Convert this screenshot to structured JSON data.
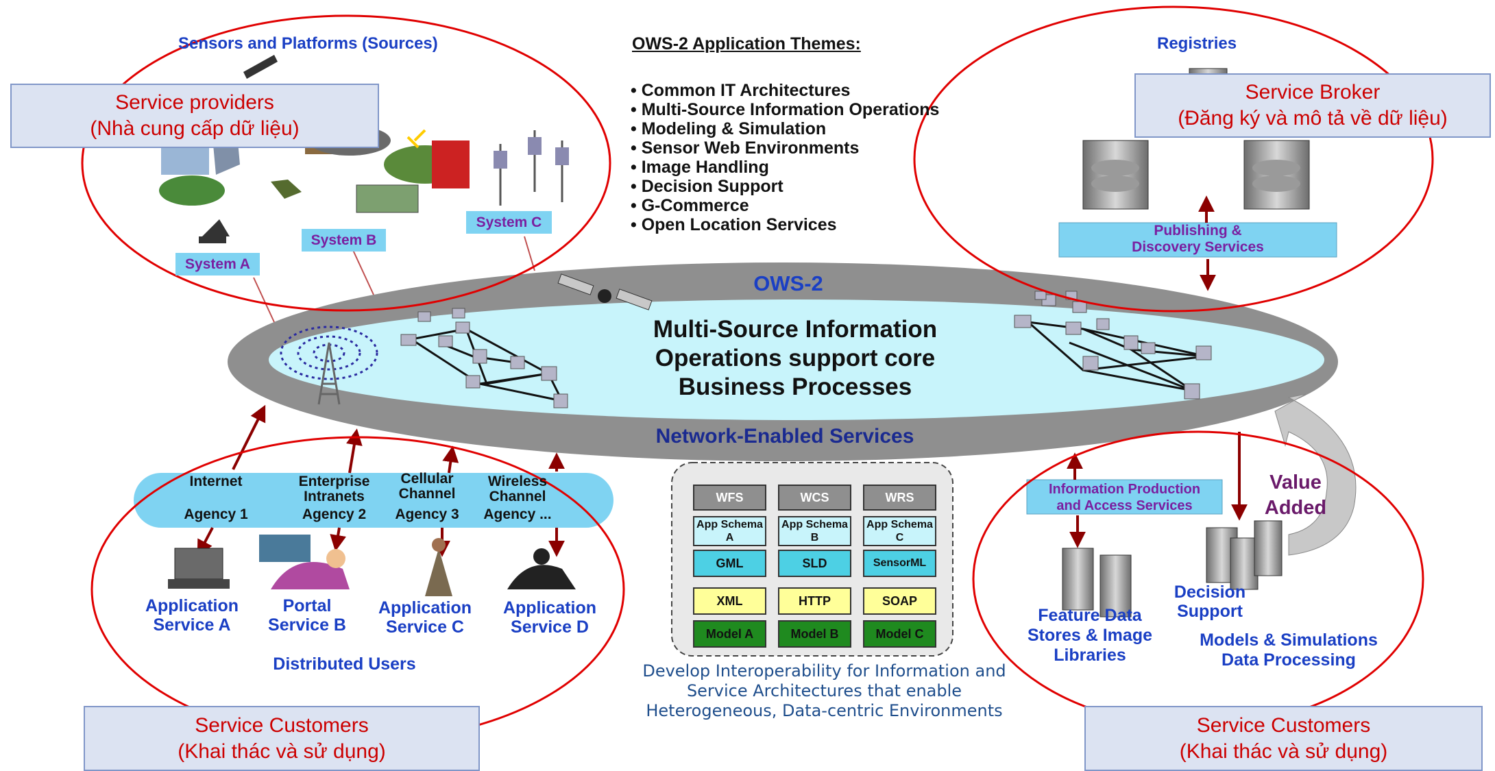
{
  "quadrants": {
    "sources_title": "Sensors and Platforms (Sources)",
    "registries_title": "Registries",
    "systems": [
      "System A",
      "System B",
      "System C"
    ],
    "publishing": [
      "Publishing &",
      "Discovery Services"
    ]
  },
  "themes": {
    "title": "OWS-2 Application Themes:",
    "items": [
      "Common IT Architectures",
      "Multi-Source Information Operations",
      "Modeling & Simulation",
      "Sensor Web Environments",
      "Image Handling",
      "Decision Support",
      "G-Commerce",
      "Open Location Services"
    ]
  },
  "core": {
    "title": "OWS-2",
    "lines": [
      "Multi-Source Information",
      "Operations support core",
      "Business Processes"
    ],
    "subtitle": "Network-Enabled Services"
  },
  "channels": [
    {
      "name": [
        "Internet"
      ],
      "agency": "Agency 1"
    },
    {
      "name": [
        "Enterprise",
        "Intranets"
      ],
      "agency": "Agency 2"
    },
    {
      "name": [
        "Cellular",
        "Channel"
      ],
      "agency": "Agency 3"
    },
    {
      "name": [
        "Wireless",
        "Channel"
      ],
      "agency": "Agency ..."
    }
  ],
  "apps": [
    [
      "Application",
      "Service A"
    ],
    [
      "Portal",
      "Service B"
    ],
    [
      "Application",
      "Service C"
    ],
    [
      "Application",
      "Service D"
    ]
  ],
  "distributed_users": "Distributed Users",
  "stack": {
    "rows": [
      [
        "WFS",
        "WCS",
        "WRS"
      ],
      [
        "App Schema A",
        "App Schema B",
        "App Schema C"
      ],
      [
        "GML",
        "SLD",
        "SensorML"
      ],
      [
        "XML",
        "HTTP",
        "SOAP"
      ],
      [
        "Model A",
        "Model B",
        "Model C"
      ]
    ],
    "caption": [
      "Develop Interoperability for Information and",
      "Service Architectures that enable",
      "Heterogeneous, Data-centric Environments"
    ]
  },
  "right_bottom": {
    "info_services": [
      "Information Production",
      "and Access Services"
    ],
    "value_added": [
      "Value",
      "Added"
    ],
    "feature_stores": [
      "Feature Data",
      "Stores & Image",
      "Libraries"
    ],
    "decision": [
      "Decision",
      "Support"
    ],
    "models": [
      "Models & Simulations",
      "Data Processing"
    ]
  },
  "overlays": {
    "providers": [
      "Service providers",
      "(Nhà cung cấp dữ liệu)"
    ],
    "broker": [
      "Service Broker",
      "(Đăng ký và mô tả về dữ liệu)"
    ],
    "customers_left": [
      "Service Customers",
      "(Khai thác và sử dụng)"
    ],
    "customers_right": [
      "Service Customers",
      "(Khai thác và sử dụng)"
    ]
  },
  "colors": {
    "title_blue": "#1a3fc4",
    "purple": "#7a1fa0",
    "red": "#d10000",
    "dark_red": "#8b0000",
    "ellipse_gray": "#8f8f8f",
    "core_cyan": "#c8f4fb",
    "channel_blue": "#7fd3f2"
  }
}
